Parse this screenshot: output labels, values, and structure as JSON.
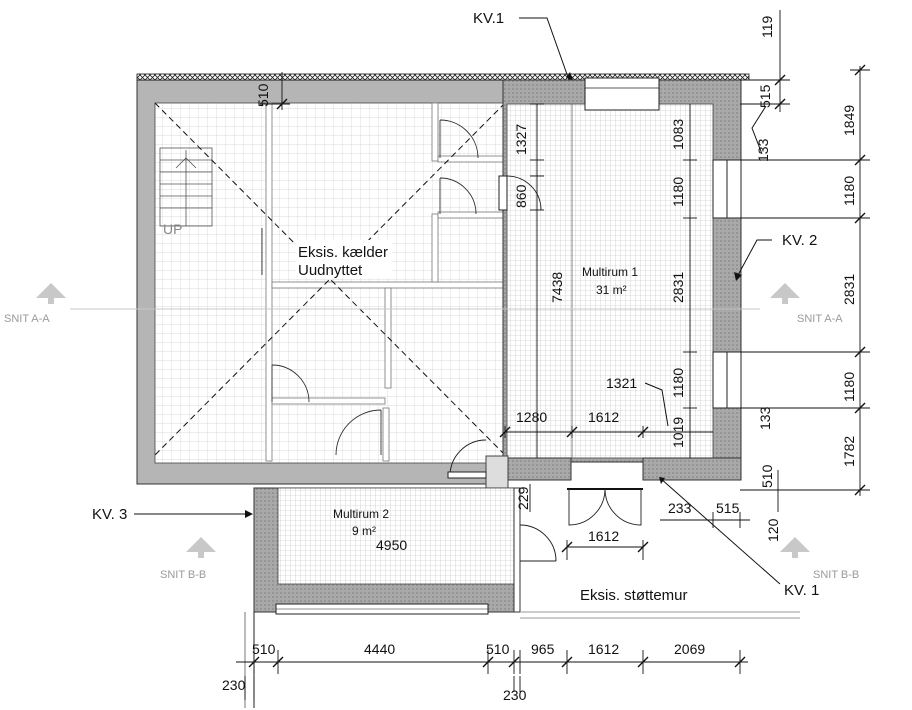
{
  "labels": {
    "kv1_top": "KV.1",
    "kv1_bottom": "KV. 1",
    "kv2": "KV. 2",
    "kv3": "KV. 3",
    "existing_basement": "Eksis. kælder",
    "unused": "Uudnyttet",
    "up": "UP",
    "retaining_wall": "Eksis. støttemur",
    "section_a_left": "SNIT A-A",
    "section_a_right": "SNIT A-A",
    "section_b_left": "SNIT B-B",
    "section_b_right": "SNIT B-B"
  },
  "rooms": {
    "multirum1_name": "Multirum 1",
    "multirum1_area": "31 m²",
    "multirum2_name": "Multirum 2",
    "multirum2_area": "9 m²"
  },
  "dimensions": {
    "d119": "119",
    "d515_top": "515",
    "d133_top": "133",
    "d1849": "1849",
    "d510_top": "510",
    "d1327": "1327",
    "d1083": "1083",
    "d860": "860",
    "d1180_a": "1180",
    "d1180_right_a": "1180",
    "d7438": "7438",
    "d2831_inner": "2831",
    "d2831_right": "2831",
    "d1321": "1321",
    "d1180_b": "1180",
    "d1180_right_b": "1180",
    "d1280": "1280",
    "d1612_inner": "1612",
    "d1019": "1019",
    "d133_mid": "133",
    "d1782": "1782",
    "d510_right": "510",
    "d229": "229",
    "d233": "233",
    "d515_bottom": "515",
    "d120": "120",
    "d1612_door": "1612",
    "d4950": "4950",
    "b510_a": "510",
    "b4440": "4440",
    "b510_b": "510",
    "b965": "965",
    "b1612": "1612",
    "b2069": "2069",
    "b230_left": "230",
    "b230_mid": "230"
  },
  "colors": {
    "wall_fill": "#a7a7a7",
    "line": "#111111",
    "section_marker": "#c8c8c8",
    "grid": "#c9c9c9"
  }
}
